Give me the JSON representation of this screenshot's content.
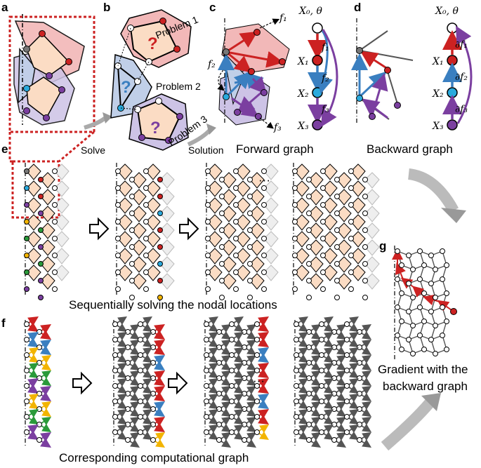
{
  "panels": {
    "a": "a",
    "b": "b",
    "c": "c",
    "d": "d",
    "e": "e",
    "f": "f",
    "g": "g"
  },
  "labels": {
    "problem1": "Problem 1",
    "problem2": "Problem 2",
    "problem3": "Problem 3",
    "solve": "Solve",
    "solution": "Solution",
    "forward_graph": "Forward graph",
    "backward_graph": "Backward graph",
    "sequential": "Sequentially solving the nodal locations",
    "computational": "Corresponding computational graph",
    "gradient_line1": "Gradient with the",
    "gradient_line2": "backward graph",
    "ellipsis": "···",
    "qmark": "?"
  },
  "math": {
    "x0_theta": "X₀, θ",
    "x1": "X₁",
    "x2": "X₂",
    "x3": "X₃",
    "f1": "f₁",
    "f2": "f₂",
    "f3": "f₃",
    "df1": "∂f₁",
    "df2": "∂f₂",
    "df3": "∂f₃"
  },
  "colors": {
    "red": "#cc2222",
    "blue": "#3a7fc0",
    "purple": "#7b3fa0",
    "green": "#2a9a3a",
    "yellow": "#f2b400",
    "cyan": "#2aaadd",
    "gray": "#555555",
    "face": "#fbdcc4",
    "redRegion": "#f2b8b8",
    "blueRegion": "#c0cfe8",
    "purpleRegion": "#cdc3e6"
  }
}
